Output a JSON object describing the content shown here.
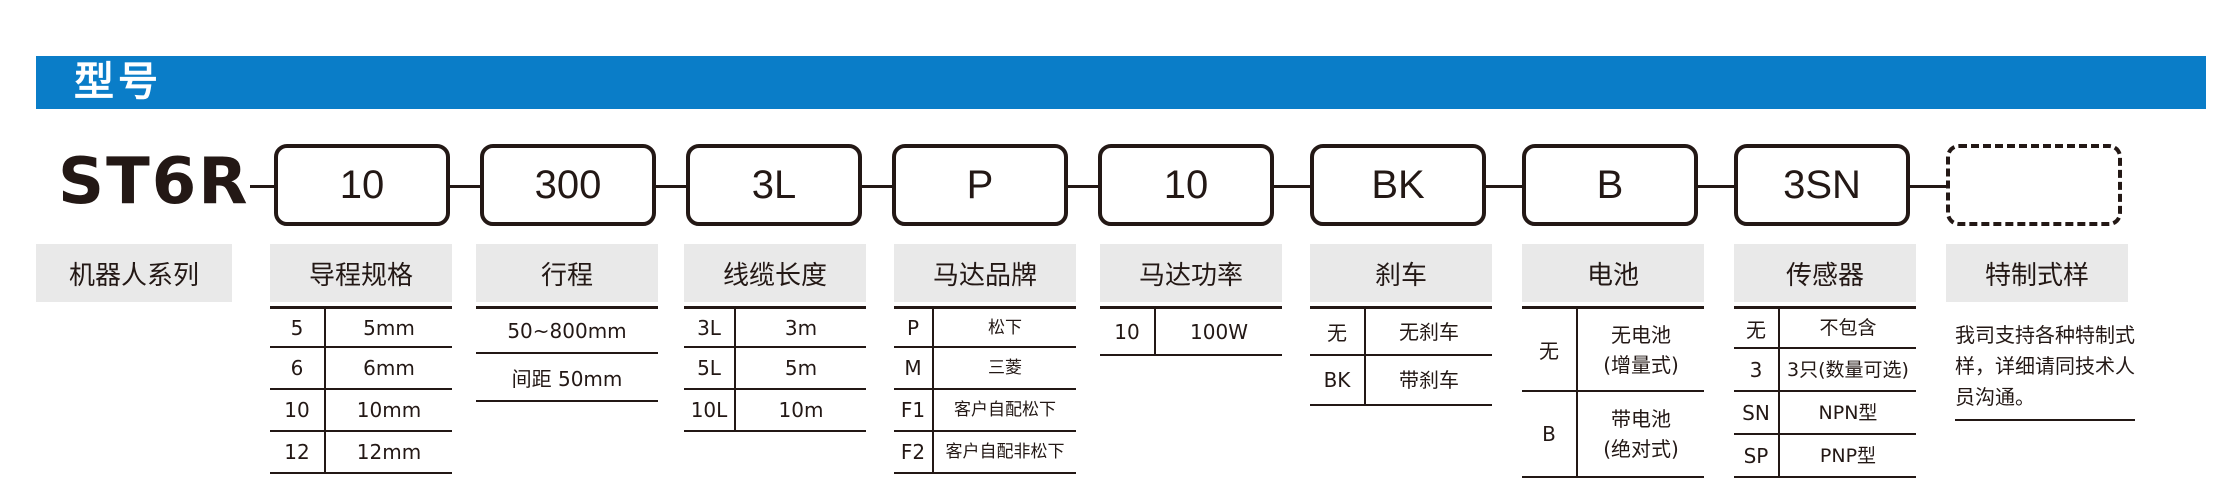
{
  "header": {
    "title": "型号"
  },
  "model": "ST6R",
  "boxes": [
    "10",
    "300",
    "3L",
    "P",
    "10",
    "BK",
    "B",
    "3SN",
    ""
  ],
  "labels": {
    "series": "机器人系列",
    "lead": "导程规格",
    "stroke": "行程",
    "cable": "线缆长度",
    "motor_brand": "马达品牌",
    "motor_power": "马达功率",
    "brake": "刹车",
    "battery": "电池",
    "sensor": "传感器",
    "special": "特制式样"
  },
  "lead_rows": [
    {
      "code": "5",
      "value": "5mm"
    },
    {
      "code": "6",
      "value": "6mm"
    },
    {
      "code": "10",
      "value": "10mm"
    },
    {
      "code": "12",
      "value": "12mm"
    }
  ],
  "stroke_rows": [
    "50~800mm",
    "间距 50mm"
  ],
  "cable_rows": [
    {
      "code": "3L",
      "value": "3m"
    },
    {
      "code": "5L",
      "value": "5m"
    },
    {
      "code": "10L",
      "value": "10m"
    }
  ],
  "motor_brand_rows": [
    {
      "code": "P",
      "value": "松下"
    },
    {
      "code": "M",
      "value": "三菱"
    },
    {
      "code": "F1",
      "value": "客户自配松下"
    },
    {
      "code": "F2",
      "value": "客户自配非松下"
    }
  ],
  "motor_power_rows": [
    {
      "code": "10",
      "value": "100W"
    }
  ],
  "brake_rows": [
    {
      "code": "无",
      "value": "无刹车"
    },
    {
      "code": "BK",
      "value": "带刹车"
    }
  ],
  "battery_rows": [
    {
      "code": "无",
      "value_line1": "无电池",
      "value_line2": "(增量式)"
    },
    {
      "code": "B",
      "value_line1": "带电池",
      "value_line2": "(绝对式)"
    }
  ],
  "sensor_rows": [
    {
      "code": "无",
      "value": "不包含"
    },
    {
      "code": "3",
      "value": "3只(数量可选)"
    },
    {
      "code": "SN",
      "value": "NPN型"
    },
    {
      "code": "SP",
      "value": "PNP型"
    }
  ],
  "special_note": "我司支持各种特制式样，详细请同技术人员沟通。"
}
